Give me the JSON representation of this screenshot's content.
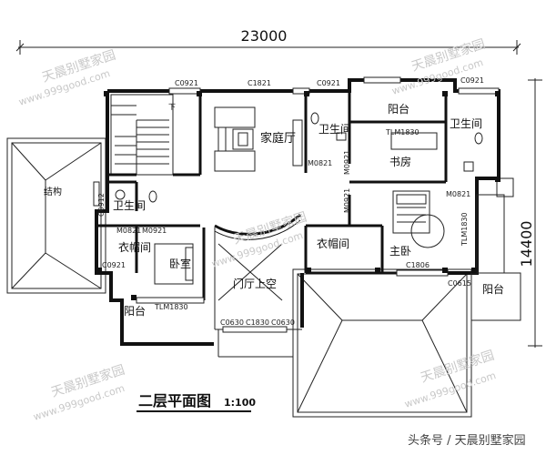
{
  "dimensions": {
    "width": "23000",
    "height": "14400"
  },
  "title": {
    "main": "二层平面图",
    "scale": "1:100"
  },
  "rooms": {
    "family_hall": "家庭厅",
    "bath_top_center": "卫生间",
    "bath_top_right": "卫生间",
    "bath_left": "卫生间",
    "balcony_top": "阳台",
    "study": "书房",
    "closet_left": "衣帽间",
    "closet_center": "衣帽间",
    "bedroom": "卧室",
    "master_bedroom": "主卧",
    "foyer_void": "门厅上空",
    "balcony_bottom_left": "阳台",
    "balcony_right": "阳台",
    "structure": "结构",
    "stair_down": "下"
  },
  "codes": {
    "c0921_a": "C0921",
    "c1821": "C1821",
    "c0921_b": "C0921",
    "c0921_c": "C0921",
    "tlm1830_top": "TLM1830",
    "c0912": "C0912",
    "m0821_a": "M0821",
    "m0921_a": "M0921",
    "m0821_b": "M0821",
    "m0921_b": "M0921",
    "m0921_c": "M0921",
    "m0821_c": "M0821",
    "tlm1830_right": "TLM1830",
    "c0921_d": "C0921",
    "c1806": "C1806",
    "c0615": "C0615",
    "tlm1830_bottom": "TLM1830",
    "c0630_a": "C0630",
    "c1830": "C1830",
    "c0630_b": "C0630"
  },
  "watermarks": {
    "brand": "天晨别墅家园",
    "site": "www.999good.com",
    "credit": "头条号 / 天晨别墅家园"
  }
}
